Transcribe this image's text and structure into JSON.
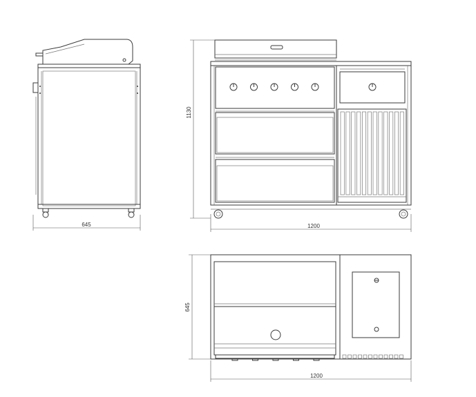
{
  "dimensions": {
    "side_width": "645",
    "front_height": "1130",
    "front_width": "1200",
    "top_depth": "645",
    "top_width": "1200"
  },
  "colors": {
    "line": "#3a3a3a",
    "background": "#ffffff"
  },
  "front_view": {
    "burner_knob_count": 5,
    "side_burner_knob_count": 1,
    "door_slat_count": 12
  }
}
